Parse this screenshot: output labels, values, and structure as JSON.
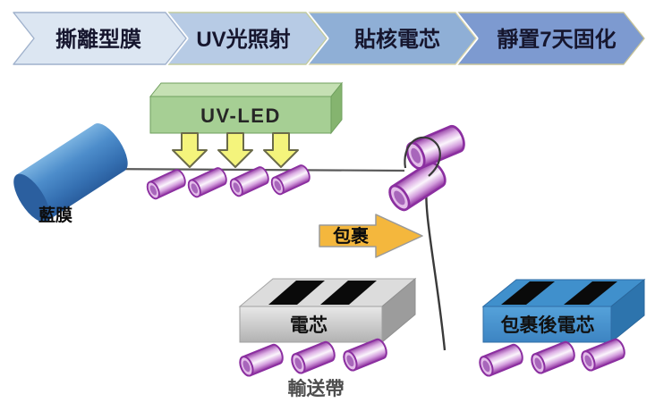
{
  "banner": {
    "steps": [
      {
        "label": "撕離型膜",
        "fill": "#dce6f2",
        "border": "#9fb1cc"
      },
      {
        "label": "UV光照射",
        "fill": "#b7cbe5",
        "border": "#c2cb9e"
      },
      {
        "label": "貼核電芯",
        "fill": "#8fafd6",
        "border": "#d9d5ab"
      },
      {
        "label": "靜置7天固化",
        "fill": "#7d9ad0",
        "border": "#c5c29a"
      }
    ]
  },
  "machine": {
    "uv_led_label": "UV-LED",
    "blue_film_label": "藍膜",
    "wrap_arrow_label": "包裹",
    "cell_box_label": "電芯",
    "wrapped_cell_box_label": "包裹後電芯",
    "conveyor_label": "輸送帶"
  },
  "colors": {
    "uv_led_top": "#c5e0b3",
    "uv_led_side": "#85b46f",
    "uv_ray_arrow": "#f4f47c",
    "wrap_arrow": "#f4b73d",
    "roller_outline": "#8b2fa0",
    "cell_box_top": "#dcdcdc",
    "cell_box_side": "#9c9c9c",
    "wrapped_box_top": "#4090cc",
    "wrapped_box_side": "#2d74ad",
    "stripe": "#0a0a0a"
  }
}
